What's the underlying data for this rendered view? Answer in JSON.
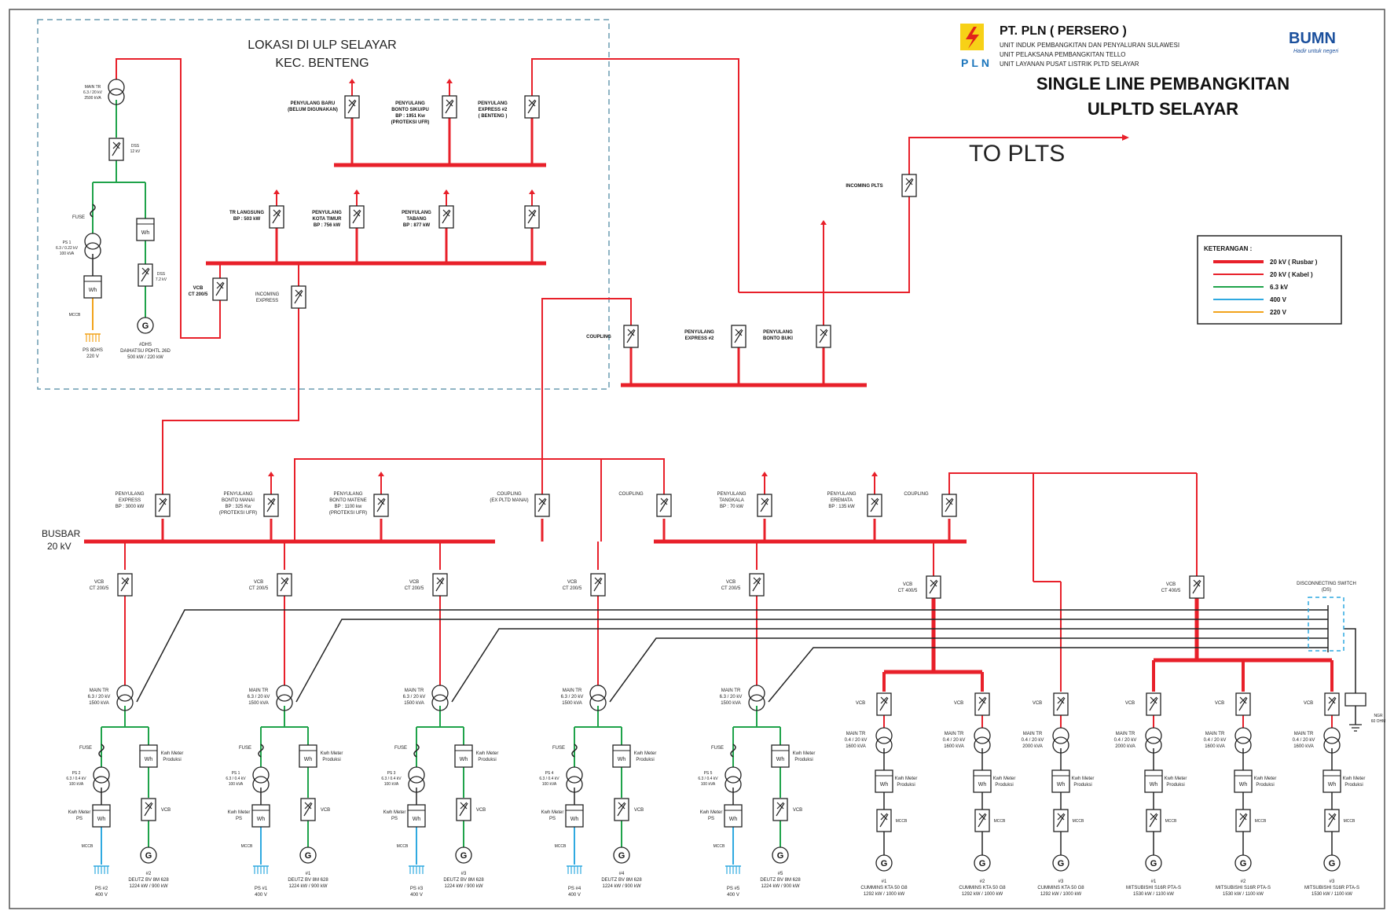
{
  "header": {
    "company": "PT. PLN ( PERSERO )",
    "unit_lines": [
      "UNIT INDUK PEMBANGKITAN DAN PENYALURAN SULAWESI",
      "UNIT PELAKSANA PEMBANGKITAN TELLO",
      "UNIT LAYANAN PUSAT LISTRIK PLTD SELAYAR"
    ],
    "pln_label": "PLN",
    "bumn_label": "BUMN",
    "bumn_tagline": "Hadir untuk negeri",
    "title_line1": "SINGLE LINE PEMBANGKITAN",
    "title_line2": "ULPLTD SELAYAR"
  },
  "location": {
    "line1": "LOKASI DI ULP SELAYAR",
    "line2": "KEC. BENTENG"
  },
  "to_plts": "TO PLTS",
  "busbar_label": [
    "BUSBAR",
    "20 kV"
  ],
  "legend": {
    "title": "KETERANGAN :",
    "items": [
      {
        "label": "20 kV ( Rusbar )",
        "color": "#e8202a"
      },
      {
        "label": "20 kV ( Kabel )",
        "color": "#e8202a"
      },
      {
        "label": "6.3 kV",
        "color": "#1fa34a"
      },
      {
        "label": "400 V",
        "color": "#2fa9e0"
      },
      {
        "label": "220 V",
        "color": "#f2a31b"
      }
    ]
  },
  "labels": {
    "pbaru": [
      "PENYULANG BARU",
      "(BELUM DIGUNAKAN)"
    ],
    "pbonto": [
      "PENYULANG",
      "BONTO SIKU/PU",
      "BP : 1951 Kw",
      "(PROTEKSI UFR)"
    ],
    "pexp2a": [
      "PENYULANG",
      "EXPRESS #2",
      "( BENTENG )"
    ],
    "trlang": [
      "TR LANGSUNG",
      "BP : 503 kW"
    ],
    "pkota": [
      "PENYULANG",
      "KOTA TIMUR",
      "BP : 756 kW"
    ],
    "ptabang": [
      "PENYULANG",
      "TABANG",
      "BP : 877 kW"
    ],
    "vcbtop": [
      "VCB",
      "CT 200/5"
    ],
    "incexp": [
      "INCOMING",
      "EXPRESS"
    ],
    "maintrtop": [
      "MAIN TR",
      "6.3 / 20 kV",
      "2500 kVA"
    ],
    "dsstop": [
      "DSS",
      "12 kV"
    ],
    "fusetop": [
      "FUSE"
    ],
    "pstop": [
      "PS 1",
      "6.3 / 0.22 kV",
      "100 kVA"
    ],
    "dsstop2": [
      "DSS",
      "7.2 kV"
    ],
    "ps220": [
      "PS 8DHS",
      "220 V"
    ],
    "gentop": [
      "#DHS",
      "DAIHATSU PDHTL 26D",
      "500 kW / 220 kW"
    ],
    "incplts": [
      "INCOMING PLTS"
    ],
    "coupling": [
      "COUPLING"
    ],
    "pexp2b": [
      "PENYULANG",
      "EXPRESS #2"
    ],
    "pbontob": [
      "PENYULANG",
      "BONTO BUKI"
    ],
    "pexpress": [
      "PENYULANG",
      "EXPRESS",
      "BP : 3000 kW"
    ],
    "pmanai": [
      "PENYULANG",
      "BONTO MANAI",
      "BP : 325 Kw",
      "(PROTEKSI UFR)"
    ],
    "pmatene": [
      "PENYULANG",
      "BONTO MATENE",
      "BP : 1100 kw",
      "(PROTEKSI UFR)"
    ],
    "coupmanai": [
      "COUPLING",
      "(EX PLTD MANAI)"
    ],
    "coupling2": [
      "COUPLING"
    ],
    "ptangkala": [
      "PENYULANG",
      "TANGKALA",
      "BP : 70 kW"
    ],
    "perempata": [
      "PENYULANG",
      "EREMATA",
      "BP : 135 kW"
    ],
    "coupling3": [
      "COUPLING"
    ],
    "ds": [
      "DISCONNECTING SWITCH",
      "(DS)"
    ],
    "ngr": [
      "NGR",
      "60 OHM"
    ],
    "vcb200": [
      "VCB",
      "CT 200/5"
    ],
    "vcb400": [
      "VCB",
      "CT 400/5"
    ],
    "mtr63": [
      "MAIN TR",
      "6.3 / 20 kV",
      "1500 kVA"
    ],
    "fuse": [
      "FUSE"
    ],
    "kwhprod": [
      "Kwh Meter",
      "Produksi"
    ],
    "kwhps": [
      "Kwh Meter",
      "PS"
    ],
    "vcb": [
      "VCB"
    ],
    "mccb": [
      "MCCB"
    ],
    "ps400": [
      "PS #1",
      "400 V"
    ],
    "mtr04_1": [
      "MAIN TR",
      "0.4 / 20 kV",
      "1600 kVA"
    ],
    "mtr04_2": [
      "MAIN TR",
      "0.4 / 20 kV",
      "2000 kVA"
    ]
  },
  "generators": [
    {
      "ps": [
        "PS 2",
        "6.3 / 0.4 kV",
        "100 kVA"
      ],
      "pslow": [
        "PS #2",
        "400 V"
      ],
      "gen": [
        "#2",
        "DEUTZ BV 8M 628",
        "1224 kW / 900 kW"
      ]
    },
    {
      "ps": [
        "PS 1",
        "6.3 / 0.4 kV",
        "100 kVA"
      ],
      "pslow": [
        "PS #1",
        "400 V"
      ],
      "gen": [
        "#1",
        "DEUTZ BV 8M 628",
        "1224 kW / 900 kW"
      ]
    },
    {
      "ps": [
        "PS 3",
        "6.3 / 0.4 kV",
        "100 kVA"
      ],
      "pslow": [
        "PS #3",
        "400 V"
      ],
      "gen": [
        "#3",
        "DEUTZ BV 8M 628",
        "1224 kW / 900 kW"
      ]
    },
    {
      "ps": [
        "PS 4",
        "6.3 / 0.4 kV",
        "100 kVA"
      ],
      "pslow": [
        "PS #4",
        "400 V"
      ],
      "gen": [
        "#4",
        "DEUTZ BV 8M 628",
        "1224 kW / 900 kW"
      ]
    },
    {
      "ps": [
        "PS 5",
        "6.3 / 0.4 kV",
        "100 kVA"
      ],
      "pslow": [
        "PS #5",
        "400 V"
      ],
      "gen": [
        "#5",
        "DEUTZ BV 8M 628",
        "1224 kW / 900 kW"
      ]
    },
    {
      "gen": [
        "#1",
        "CUMMINS KTA 50 G8",
        "1292 kW / 1000 kW"
      ]
    },
    {
      "gen": [
        "#2",
        "CUMMINS KTA 50 G8",
        "1292 kW / 1000 kW"
      ]
    },
    {
      "gen": [
        "#3",
        "CUMMINS KTA 50 G8",
        "1292 kW / 1000 kW"
      ]
    },
    {
      "gen": [
        "#1",
        "MITSUBISHI S16R PTA-S",
        "1530 kW / 1100 kW"
      ]
    },
    {
      "gen": [
        "#2",
        "MITSUBISHI S16R PTA-S",
        "1530 kW / 1100 kW"
      ]
    },
    {
      "gen": [
        "#3",
        "MITSUBISHI S16R PTA-S",
        "1530 kW / 1100 kW"
      ]
    }
  ],
  "gen_symbol": "G",
  "kwh_symbol": "Wh"
}
